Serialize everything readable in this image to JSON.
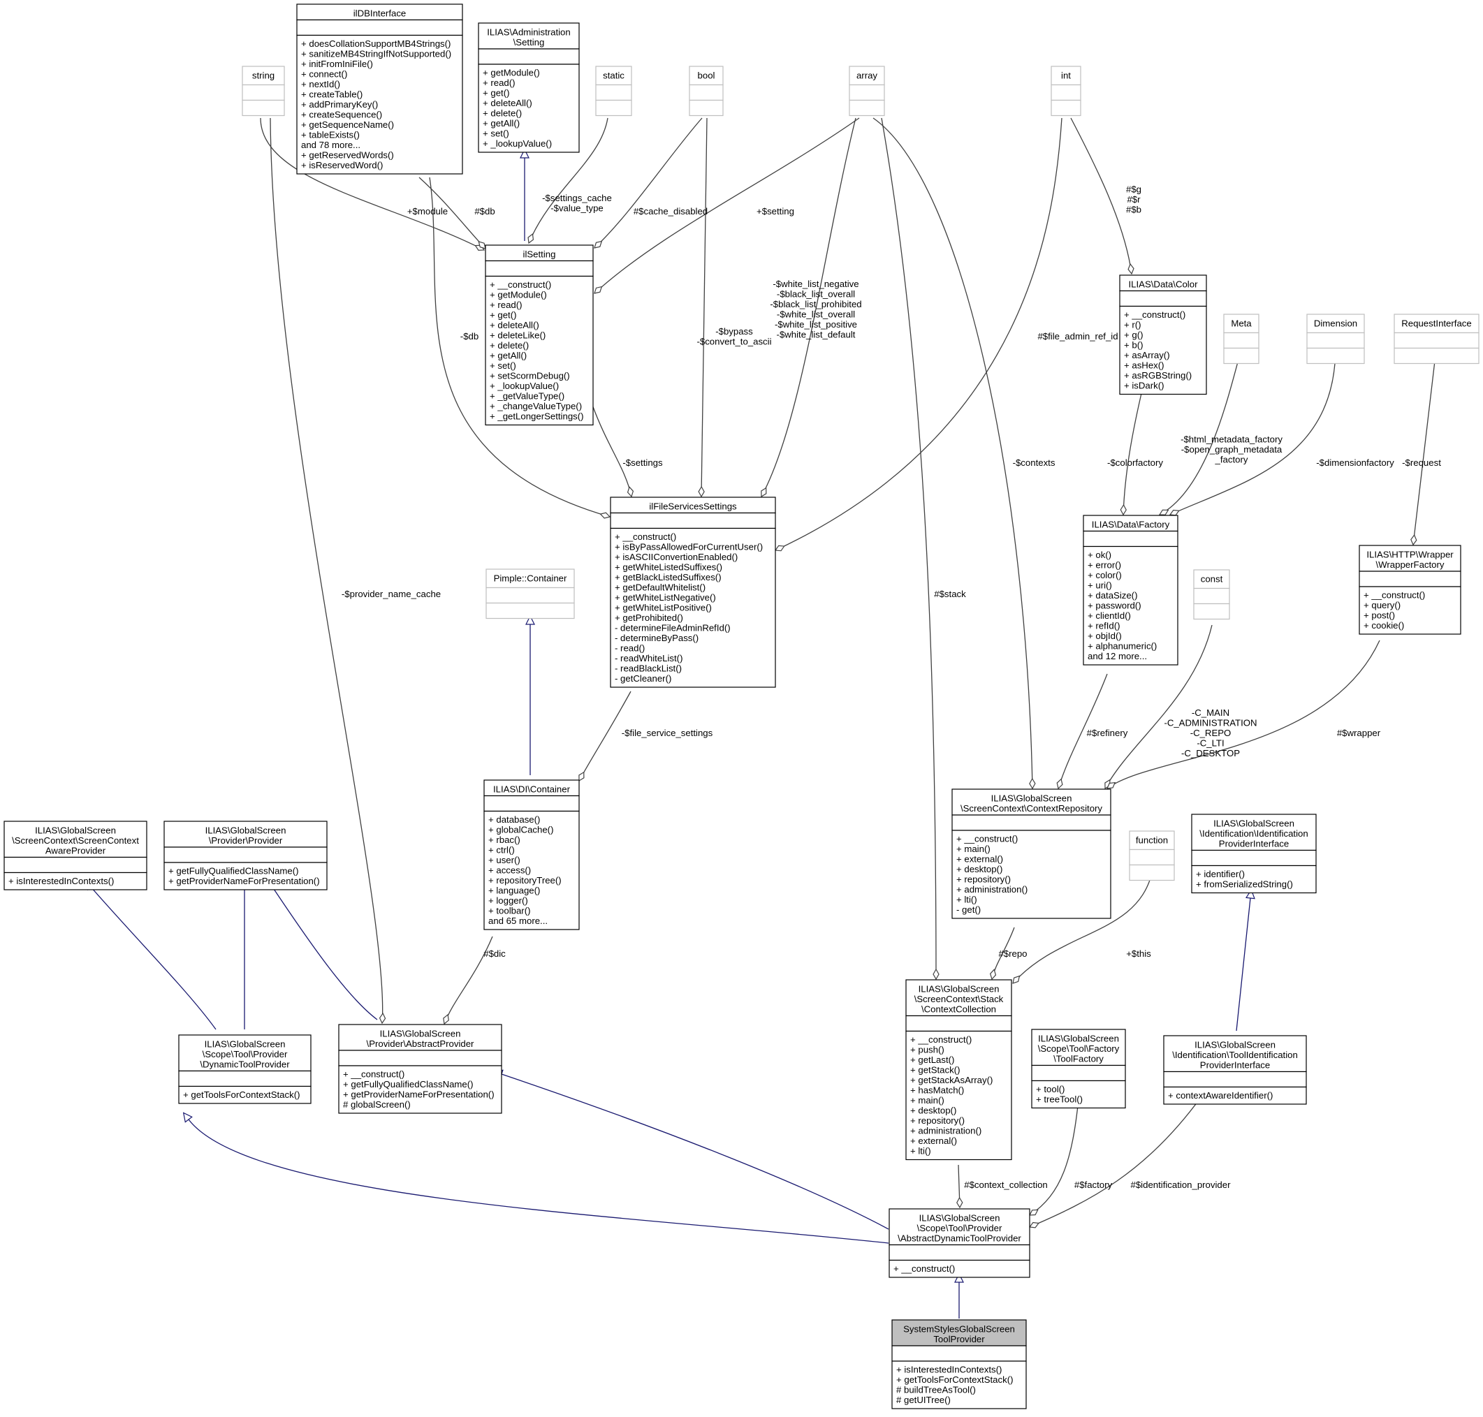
{
  "nodes": [
    {
      "id": "ilDBInterface",
      "title": [
        "ilDBInterface"
      ],
      "attrs": [],
      "methods": [
        "+ doesCollationSupportMB4Strings()",
        "+ sanitizeMB4StringIfNotSupported()",
        "+ initFromIniFile()",
        "+ connect()",
        "+ nextId()",
        "+ createTable()",
        "+ addPrimaryKey()",
        "+ createSequence()",
        "+ getSequenceName()",
        "+ tableExists()",
        "and 78 more...",
        "+ getReservedWords()",
        "+ isReservedWord()"
      ]
    },
    {
      "id": "AdminSetting",
      "title": [
        "ILIAS\\Administration",
        "\\Setting"
      ],
      "attrs": [],
      "methods": [
        "+ getModule()",
        "+ read()",
        "+ get()",
        "+ deleteAll()",
        "+ delete()",
        "+ getAll()",
        "+ set()",
        "+ _lookupValue()"
      ]
    },
    {
      "id": "string",
      "title": [
        "string"
      ],
      "gray": true
    },
    {
      "id": "static",
      "title": [
        "static"
      ],
      "gray": true
    },
    {
      "id": "bool",
      "title": [
        "bool"
      ],
      "gray": true
    },
    {
      "id": "array",
      "title": [
        "array"
      ],
      "gray": true
    },
    {
      "id": "int",
      "title": [
        "int"
      ],
      "gray": true
    },
    {
      "id": "ilSetting",
      "title": [
        "ilSetting"
      ],
      "attrs": [],
      "methods": [
        "+ __construct()",
        "+ getModule()",
        "+ read()",
        "+ get()",
        "+ deleteAll()",
        "+ deleteLike()",
        "+ delete()",
        "+ getAll()",
        "+ set()",
        "+ setScormDebug()",
        "+ _lookupValue()",
        "+ _getValueType()",
        "+ _changeValueType()",
        "+ _getLongerSettings()"
      ]
    },
    {
      "id": "DataColor",
      "title": [
        "ILIAS\\Data\\Color"
      ],
      "attrs": [],
      "methods": [
        "+ __construct()",
        "+ r()",
        "+ g()",
        "+ b()",
        "+ asArray()",
        "+ asHex()",
        "+ asRGBString()",
        "+ isDark()"
      ]
    },
    {
      "id": "Meta",
      "title": [
        "Meta"
      ],
      "gray": true
    },
    {
      "id": "Dimension",
      "title": [
        "Dimension"
      ],
      "gray": true
    },
    {
      "id": "RequestInterface",
      "title": [
        "RequestInterface"
      ],
      "gray": true
    },
    {
      "id": "ilFileServicesSettings",
      "title": [
        "ilFileServicesSettings"
      ],
      "attrs": [],
      "methods": [
        "+ __construct()",
        "+ isByPassAllowedForCurrentUser()",
        "+ isASCIIConvertionEnabled()",
        "+ getWhiteListedSuffixes()",
        "+ getBlackListedSuffixes()",
        "+ getDefaultWhitelist()",
        "+ getWhiteListNegative()",
        "+ getWhiteListPositive()",
        "+ getProhibited()",
        "- determineFileAdminRefId()",
        "- determineByPass()",
        "- read()",
        "- readWhiteList()",
        "- readBlackList()",
        "- getCleaner()"
      ]
    },
    {
      "id": "DataFactory",
      "title": [
        "ILIAS\\Data\\Factory"
      ],
      "attrs": [],
      "methods": [
        "+ ok()",
        "+ error()",
        "+ color()",
        "+ uri()",
        "+ dataSize()",
        "+ password()",
        "+ clientId()",
        "+ refId()",
        "+ objId()",
        "+ alphanumeric()",
        "and 12 more..."
      ]
    },
    {
      "id": "WrapperFactory",
      "title": [
        "ILIAS\\HTTP\\Wrapper",
        "\\WrapperFactory"
      ],
      "attrs": [],
      "methods": [
        "+ __construct()",
        "+ query()",
        "+ post()",
        "+ cookie()"
      ]
    },
    {
      "id": "PimpleContainer",
      "title": [
        "Pimple::Container"
      ],
      "gray": true
    },
    {
      "id": "const",
      "title": [
        "const"
      ],
      "gray": true
    },
    {
      "id": "DIContainer",
      "title": [
        "ILIAS\\DI\\Container"
      ],
      "attrs": [],
      "methods": [
        "+ database()",
        "+ globalCache()",
        "+ rbac()",
        "+ ctrl()",
        "+ user()",
        "+ access()",
        "+ repositoryTree()",
        "+ language()",
        "+ logger()",
        "+ toolbar()",
        "and 65 more..."
      ]
    },
    {
      "id": "ContextRepository",
      "title": [
        "ILIAS\\GlobalScreen",
        "\\ScreenContext\\ContextRepository"
      ],
      "attrs": [],
      "methods": [
        "+ __construct()",
        "+ main()",
        "+ external()",
        "+ desktop()",
        "+ repository()",
        "+ administration()",
        "+ lti()",
        "- get()"
      ]
    },
    {
      "id": "ScreenContextAwareProvider",
      "title": [
        "ILIAS\\GlobalScreen",
        "\\ScreenContext\\ScreenContext",
        "AwareProvider"
      ],
      "attrs": [],
      "methods": [
        "+ isInterestedInContexts()"
      ]
    },
    {
      "id": "Provider",
      "title": [
        "ILIAS\\GlobalScreen",
        "\\Provider\\Provider"
      ],
      "attrs": [],
      "methods": [
        "+ getFullyQualifiedClassName()",
        "+ getProviderNameForPresentation()"
      ]
    },
    {
      "id": "function",
      "title": [
        "function"
      ],
      "gray": true
    },
    {
      "id": "IdentificationProviderInterface",
      "title": [
        "ILIAS\\GlobalScreen",
        "\\Identification\\Identification",
        "ProviderInterface"
      ],
      "attrs": [],
      "methods": [
        "+ identifier()",
        "+ fromSerializedString()"
      ]
    },
    {
      "id": "ContextCollection",
      "title": [
        "ILIAS\\GlobalScreen",
        "\\ScreenContext\\Stack",
        "\\ContextCollection"
      ],
      "attrs": [],
      "methods": [
        "+ __construct()",
        "+ push()",
        "+ getLast()",
        "+ getStack()",
        "+ getStackAsArray()",
        "+ hasMatch()",
        "+ main()",
        "+ desktop()",
        "+ repository()",
        "+ administration()",
        "+ external()",
        "+ lti()"
      ]
    },
    {
      "id": "DynamicToolProvider",
      "title": [
        "ILIAS\\GlobalScreen",
        "\\Scope\\Tool\\Provider",
        "\\DynamicToolProvider"
      ],
      "attrs": [],
      "methods": [
        "+ getToolsForContextStack()"
      ]
    },
    {
      "id": "AbstractProvider",
      "title": [
        "ILIAS\\GlobalScreen",
        "\\Provider\\AbstractProvider"
      ],
      "attrs": [],
      "methods": [
        "+ __construct()",
        "+ getFullyQualifiedClassName()",
        "+ getProviderNameForPresentation()",
        "# globalScreen()"
      ]
    },
    {
      "id": "ToolFactory",
      "title": [
        "ILIAS\\GlobalScreen",
        "\\Scope\\Tool\\Factory",
        "\\ToolFactory"
      ],
      "attrs": [],
      "methods": [
        "+ tool()",
        "+ treeTool()"
      ]
    },
    {
      "id": "ToolIdentificationProviderInterface",
      "title": [
        "ILIAS\\GlobalScreen",
        "\\Identification\\ToolIdentification",
        "ProviderInterface"
      ],
      "attrs": [],
      "methods": [
        "+ contextAwareIdentifier()"
      ]
    },
    {
      "id": "AbstractDynamicToolProvider",
      "title": [
        "ILIAS\\GlobalScreen",
        "\\Scope\\Tool\\Provider",
        "\\AbstractDynamicToolProvider"
      ],
      "attrs": [],
      "methods": [
        "+ __construct()"
      ]
    },
    {
      "id": "SystemStylesGlobalScreenToolProvider",
      "title": [
        "SystemStylesGlobalScreen",
        "ToolProvider"
      ],
      "attrs": [],
      "methods": [
        "+ isInterestedInContexts()",
        "+ getToolsForContextStack()",
        "# buildTreeAsTool()",
        "# getUITree()"
      ],
      "highlight": true
    }
  ],
  "edges": [
    {
      "id": "e-adminsetting-ilsetting",
      "kind": "inherit",
      "labels": []
    },
    {
      "id": "e-string-ilsetting",
      "kind": "assoc",
      "labels": [
        "+$module"
      ]
    },
    {
      "id": "e-dbi-ilsetting",
      "kind": "assoc",
      "labels": [
        "#$db"
      ]
    },
    {
      "id": "e-static-ilsetting",
      "kind": "assoc",
      "labels": [
        "-$settings_cache",
        "-$value_type"
      ]
    },
    {
      "id": "e-bool-ilsetting",
      "kind": "assoc",
      "labels": [
        "#$cache_disabled"
      ]
    },
    {
      "id": "e-array-ilsetting",
      "kind": "assoc",
      "labels": [
        "+$setting"
      ]
    },
    {
      "id": "e-int-color",
      "kind": "assoc",
      "labels": [
        "#$g",
        "#$r",
        "#$b"
      ]
    },
    {
      "id": "e-dbi-fss",
      "kind": "assoc",
      "labels": [
        "-$db"
      ]
    },
    {
      "id": "e-ilsetting-fss",
      "kind": "assoc",
      "labels": [
        "-$settings"
      ]
    },
    {
      "id": "e-bool-fss",
      "kind": "assoc",
      "labels": [
        "-$bypass",
        "-$convert_to_ascii"
      ]
    },
    {
      "id": "e-array-fss",
      "kind": "assoc",
      "labels": [
        "-$white_list_negative",
        "-$black_list_overall",
        "-$black_list_prohibited",
        "-$white_list_overall",
        "-$white_list_positive",
        "-$white_list_default"
      ]
    },
    {
      "id": "e-int-fss",
      "kind": "assoc",
      "labels": [
        "#$file_admin_ref_id"
      ]
    },
    {
      "id": "e-array-ctxrepo",
      "kind": "assoc",
      "labels": [
        "-$contexts"
      ]
    },
    {
      "id": "e-color-factory",
      "kind": "assoc",
      "labels": [
        "-$colorfactory"
      ]
    },
    {
      "id": "e-meta-factory",
      "kind": "assoc",
      "labels": [
        "-$html_metadata_factory",
        "-$open_graph_metadata",
        "_factory"
      ]
    },
    {
      "id": "e-dimension-factory",
      "kind": "assoc",
      "labels": [
        "-$dimensionfactory"
      ]
    },
    {
      "id": "e-request-wrapper",
      "kind": "assoc",
      "labels": [
        "-$request"
      ]
    },
    {
      "id": "e-string-abstractprovider",
      "kind": "assoc",
      "labels": [
        "-$provider_name_cache"
      ]
    },
    {
      "id": "e-pimple-dic",
      "kind": "inherit",
      "labels": []
    },
    {
      "id": "e-fss-dic",
      "kind": "assoc",
      "labels": [
        "-$file_service_settings"
      ]
    },
    {
      "id": "e-array-stack",
      "kind": "assoc",
      "labels": [
        "#$stack"
      ]
    },
    {
      "id": "e-factory-ctxrepo",
      "kind": "assoc",
      "labels": [
        "#$refinery"
      ]
    },
    {
      "id": "e-const-ctxrepo",
      "kind": "assoc",
      "labels": [
        "-C_MAIN",
        "-C_ADMINISTRATION",
        "-C_REPO",
        "-C_LTI",
        "-C_DESKTOP"
      ]
    },
    {
      "id": "e-wrapper-ctxrepo",
      "kind": "assoc",
      "labels": [
        "#$wrapper"
      ]
    },
    {
      "id": "e-dic-abstractprovider",
      "kind": "assoc",
      "labels": [
        "#$dic"
      ]
    },
    {
      "id": "e-ctxrepo-collection",
      "kind": "assoc",
      "labels": [
        "#$repo"
      ]
    },
    {
      "id": "e-function-collection",
      "kind": "assoc",
      "labels": [
        "+$this"
      ]
    },
    {
      "id": "e-scap-dtp",
      "kind": "inherit",
      "labels": []
    },
    {
      "id": "e-provider-dtp",
      "kind": "inherit",
      "labels": []
    },
    {
      "id": "e-provider-abstractprovider",
      "kind": "inherit",
      "labels": []
    },
    {
      "id": "e-idprov-toolidprov",
      "kind": "inherit",
      "labels": []
    },
    {
      "id": "e-dtp-adtp",
      "kind": "inherit",
      "labels": []
    },
    {
      "id": "e-abstractprovider-adtp",
      "kind": "inherit",
      "labels": []
    },
    {
      "id": "e-collection-adtp",
      "kind": "assoc",
      "labels": [
        "#$context_collection"
      ]
    },
    {
      "id": "e-toolfactory-adtp",
      "kind": "assoc",
      "labels": [
        "#$factory"
      ]
    },
    {
      "id": "e-toolidprov-adtp",
      "kind": "assoc",
      "labels": [
        "#$identification_provider"
      ]
    },
    {
      "id": "e-adtp-systemstyles",
      "kind": "inherit",
      "labels": []
    }
  ],
  "colors": {
    "inherit_edge": "#191970",
    "assoc_edge": "#404040",
    "gray_border": "#bfbfbf",
    "highlight_fill": "#bfbfbf"
  }
}
